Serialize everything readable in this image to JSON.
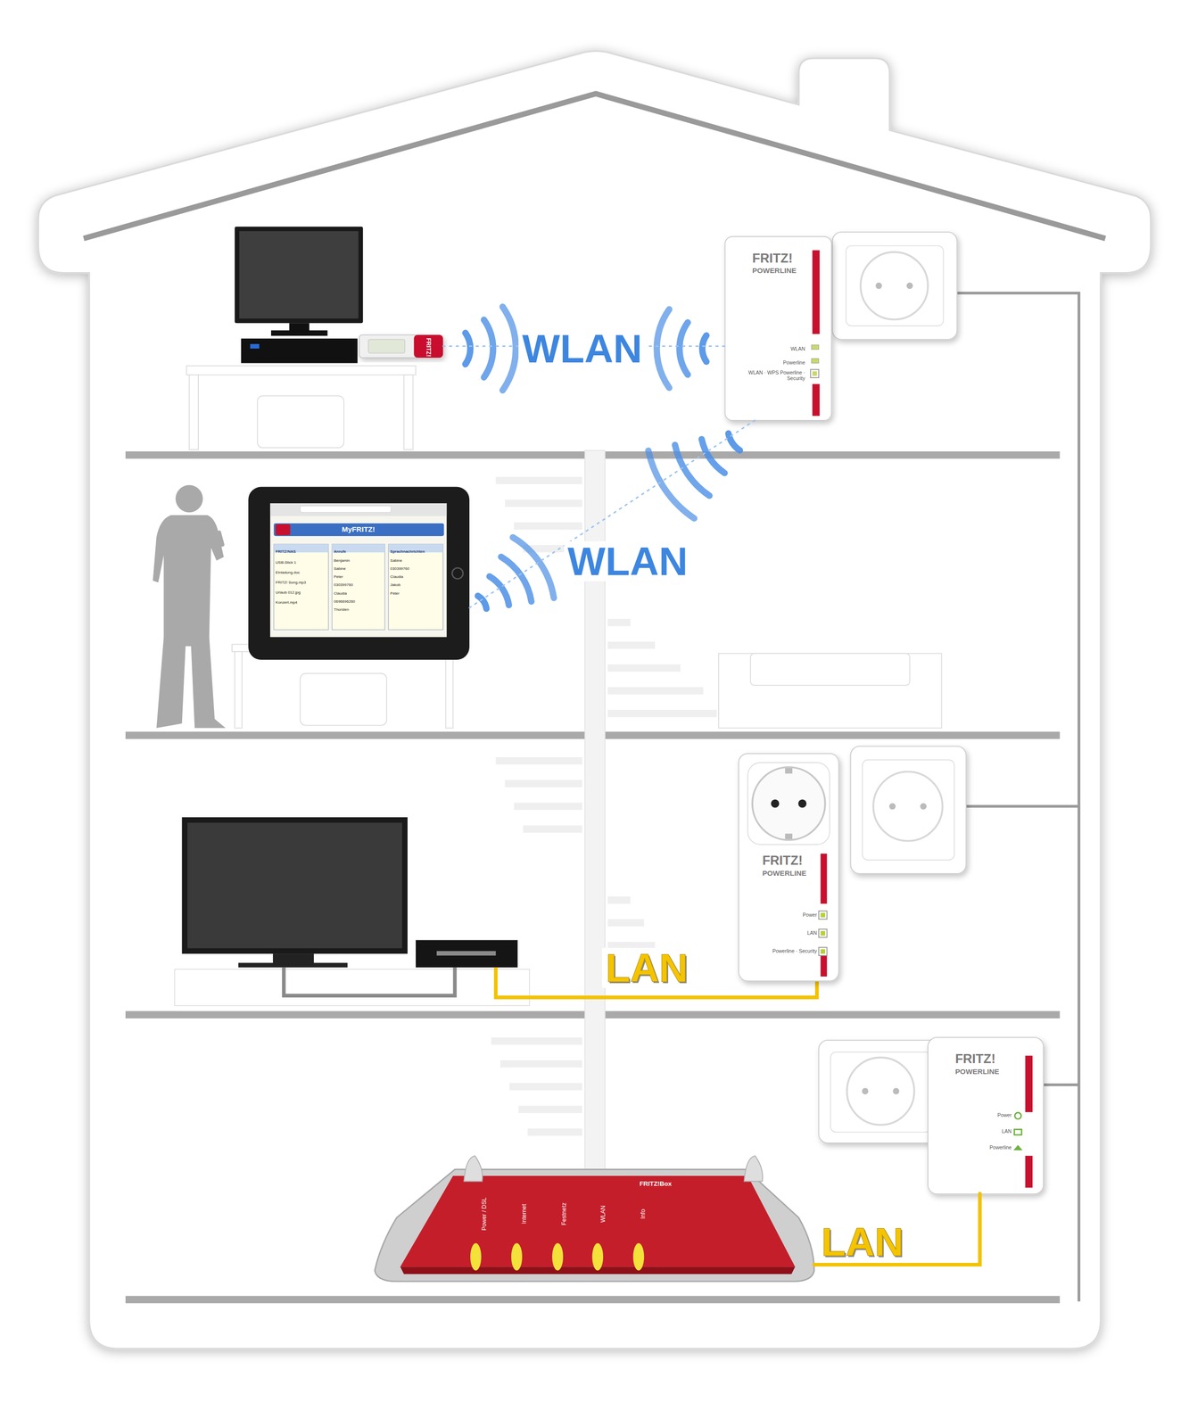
{
  "diagram": {
    "nodes": [
      {
        "text": [
          "FRITZ!"
        ]
      },
      {
        "text": [
          "FRITZ!",
          "POWERLINE",
          "WLAN",
          "Powerline",
          "WLAN · WPS Powerline · Security"
        ]
      },
      {
        "text": [
          "MyFRITZ!",
          "FRITZ!NAS",
          "Anrufe",
          "Sprachnachrichten",
          "USB-Stick 1",
          "Einladung.doc",
          "FRITZ! Song.mp3",
          "Urlaub 012.jpg",
          "Konzert.mp4",
          "Benjamin",
          "Sabine",
          "Peter",
          "030399760",
          "Claudia",
          "0696696260",
          "Thorsten",
          "Sabine",
          "030399760",
          "Claudia",
          "Jakob",
          "Peter"
        ]
      },
      {
        "text": [
          "FRITZ!",
          "POWERLINE",
          "Power",
          "LAN",
          "Powerline · Security"
        ]
      },
      {
        "text": [
          "FRITZ!",
          "POWERLINE",
          "Power",
          "LAN",
          "Powerline"
        ]
      },
      {
        "text": [
          "FRITZ!Box",
          "Power / DSL",
          "Internet",
          "Festnetz",
          "WLAN",
          "Info"
        ]
      }
    ],
    "edges": [
      {
        "from": 0,
        "to": 1,
        "label": "WLAN",
        "arrow": "none"
      },
      {
        "from": 1,
        "to": 2,
        "label": "WLAN",
        "arrow": "none"
      },
      {
        "from": 4,
        "to": 5,
        "label": "LAN",
        "arrow": "none"
      }
    ],
    "labels": [
      "LAN"
    ]
  }
}
